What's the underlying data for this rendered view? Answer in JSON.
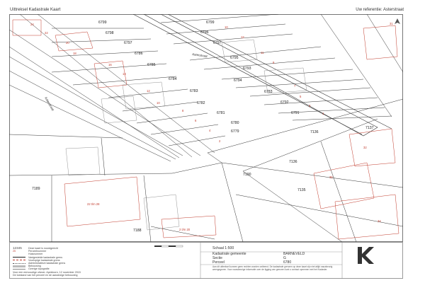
{
  "header": {
    "title": "Uittreksel Kadastrale Kaart",
    "reference_label": "Uw referentie: Asterstraat"
  },
  "map": {
    "parcels": [
      {
        "id": "p6799a",
        "label": "6799"
      },
      {
        "id": "p6798",
        "label": "6798"
      },
      {
        "id": "p6797",
        "label": "6797"
      },
      {
        "id": "p6786",
        "label": "6786"
      },
      {
        "id": "p6785",
        "label": "6785"
      },
      {
        "id": "p6784",
        "label": "6784"
      },
      {
        "id": "p6783a",
        "label": "6783"
      },
      {
        "id": "p6782a",
        "label": "6782"
      },
      {
        "id": "p6781",
        "label": "6781"
      },
      {
        "id": "p6780",
        "label": "6780"
      },
      {
        "id": "p6779",
        "label": "6779"
      },
      {
        "id": "p6799b",
        "label": "6799"
      },
      {
        "id": "p6796",
        "label": "6796"
      },
      {
        "id": "p6797b",
        "label": "6797"
      },
      {
        "id": "p6795",
        "label": "6795"
      },
      {
        "id": "p6793",
        "label": "6793"
      },
      {
        "id": "p6794",
        "label": "6794"
      },
      {
        "id": "p6783b",
        "label": "6783"
      },
      {
        "id": "p6792",
        "label": "6792"
      },
      {
        "id": "p6791",
        "label": "6791"
      },
      {
        "id": "p7136a",
        "label": "7136"
      },
      {
        "id": "p7137",
        "label": "7137"
      },
      {
        "id": "p7136b",
        "label": "7136"
      },
      {
        "id": "p7190",
        "label": "7190"
      },
      {
        "id": "p7135",
        "label": "7135"
      },
      {
        "id": "p7189",
        "label": "7189"
      },
      {
        "id": "p7188",
        "label": "7188"
      }
    ],
    "house_numbers": [
      "24",
      "22",
      "20",
      "18",
      "16",
      "14",
      "12",
      "10",
      "8",
      "6",
      "4",
      "2",
      "10",
      "12",
      "11",
      "9",
      "7",
      "5",
      "3",
      "1",
      "32",
      "34",
      "36",
      "22 t/m 28",
      "2 t/m 20",
      "31"
    ],
    "street_name": "Asterstraat",
    "street_name_2": "Asterstraat"
  },
  "legend": {
    "sample_number": "12345",
    "sample_house": "25",
    "items": [
      "Deze kaart is noordgericht",
      "Perceelnummer",
      "Huisnummer",
      "Vastgestelde kadastrale grens",
      "Voorlopige kadastrale grens",
      "Administratieve kadastrale grens",
      "Bebouwing",
      "Overige topografie"
    ],
    "footer_lines": [
      "Voor een eenvoudige uitvoer. Apeldoorn, 12 november 2015",
      "De toestand van het perceel en de aanwezige bebouwing"
    ],
    "colors": {
      "fixed_boundary": "#222222",
      "provisional_boundary": "#c0392b",
      "admin_boundary": "#555555",
      "building": "#bbbbbb",
      "topo": "#888888"
    }
  },
  "scale": {
    "label": "Schaal 1:500"
  },
  "cadastral": {
    "municipality_label": "Kadastrale gemeente",
    "municipality_value": "BARNEVELD",
    "section_label": "Sectie",
    "section_value": "G",
    "parcel_label": "Perceel",
    "parcel_value": "6780"
  },
  "disclaimer": "Aan dit uittreksel kunnen geen rechten worden ontleend. De kadastrale grenzen op deze kaart zijn niet altijd nauwkeurig weergegeven. Voor nauwkeurige informatie over de ligging van grenzen kunt u contact opnemen met het Kadaster.",
  "logo": {
    "icon": "kadaster-logo-icon"
  }
}
